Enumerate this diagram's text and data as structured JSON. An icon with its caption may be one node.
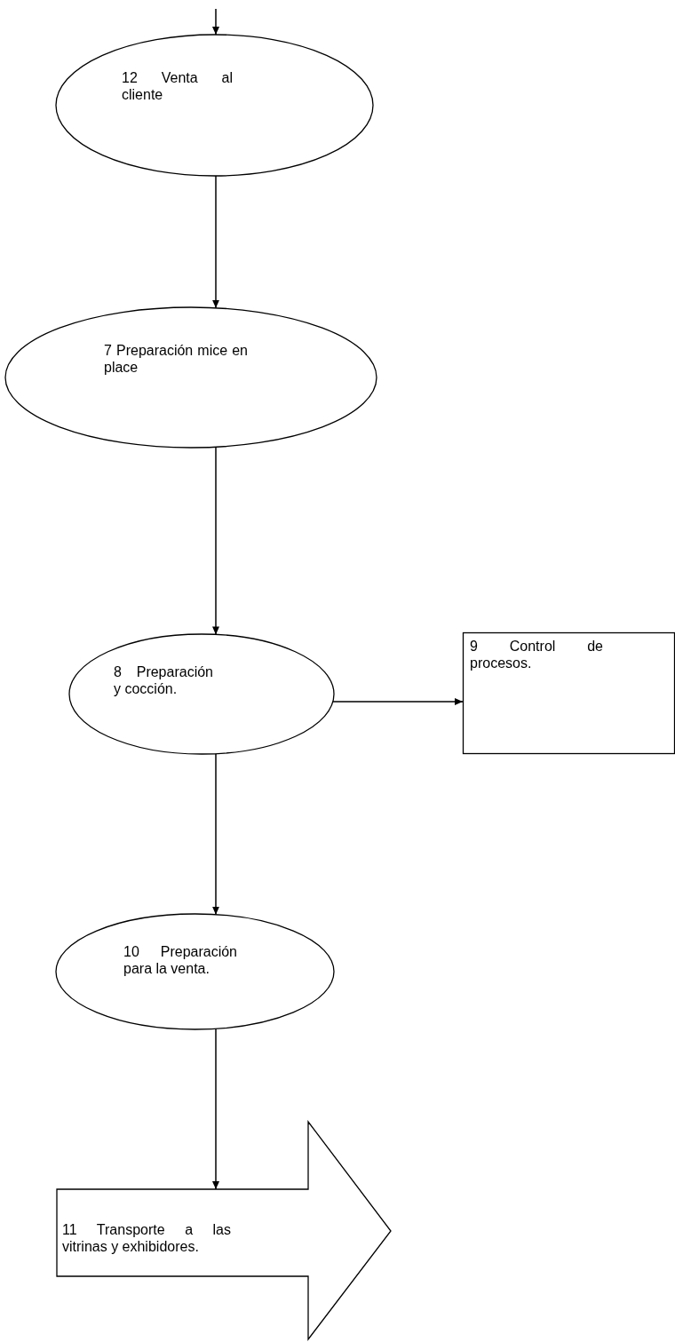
{
  "diagram": {
    "nodes": [
      {
        "text": [
          "12 Venta al cliente"
        ]
      },
      {
        "text": [
          "7 Preparación mice en place"
        ]
      },
      {
        "text": [
          "8 Preparación y cocción."
        ]
      },
      {
        "text": [
          "9 Control de procesos."
        ]
      },
      {
        "text": [
          "10 Preparación para la venta."
        ]
      },
      {
        "text": [
          "11 Transporte a las vitrinas y exhibidores."
        ]
      }
    ],
    "edges": [
      {
        "from": null,
        "to": 0,
        "arrow": "to"
      },
      {
        "from": 0,
        "to": 1,
        "arrow": "to"
      },
      {
        "from": 1,
        "to": 2,
        "arrow": "to"
      },
      {
        "from": 2,
        "to": 3,
        "arrow": "to"
      },
      {
        "from": 2,
        "to": 4,
        "arrow": "to"
      },
      {
        "from": 4,
        "to": 5,
        "arrow": "to"
      }
    ]
  }
}
